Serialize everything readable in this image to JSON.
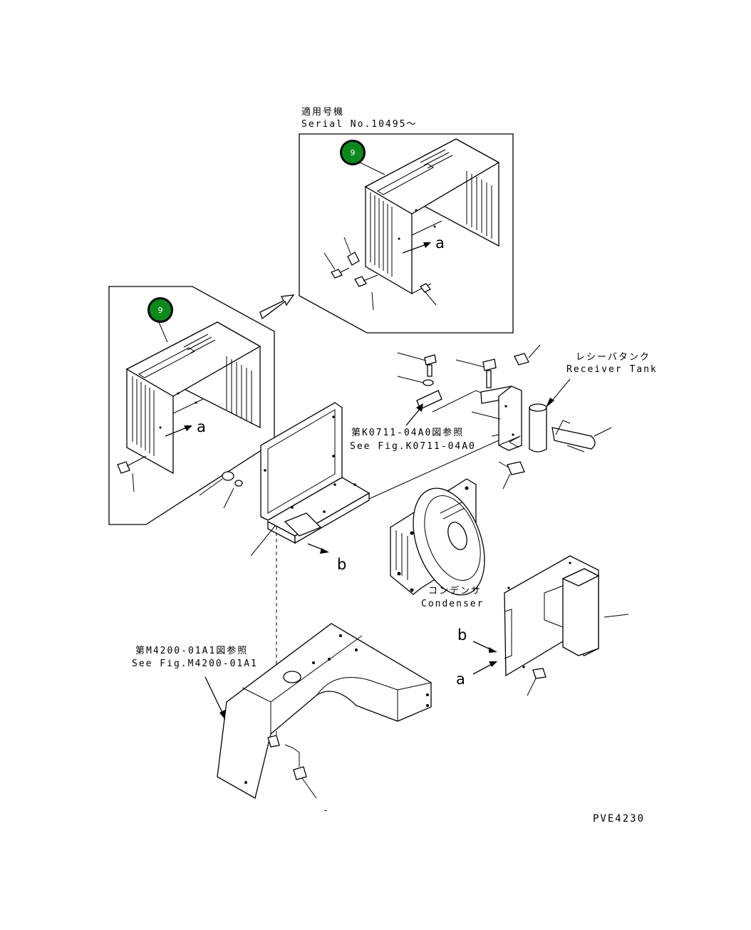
{
  "serial_box": {
    "title_jp": "適用号機",
    "serial": "Serial No.10495～"
  },
  "badges": {
    "top": "9",
    "left": "9"
  },
  "receiver_tank": {
    "jp": "レシーバタンク",
    "en": "Receiver Tank"
  },
  "condenser": {
    "jp": "コンデンサ",
    "en": "Condenser"
  },
  "ref_k0711": {
    "jp": "第K0711-04A0図参照",
    "en": "See Fig.K0711-04A0"
  },
  "ref_m4200": {
    "jp": "第M4200-01A1図参照",
    "en": "See Fig.M4200-01A1"
  },
  "letters": {
    "a1": "a",
    "a2": "a",
    "a3": "a",
    "b1": "b",
    "b2": "b"
  },
  "footer_dash": "-",
  "drawing_code": "PVE4230",
  "colors": {
    "badge_fill": "#0b8a1c",
    "line": "#000000",
    "background": "#ffffff"
  }
}
